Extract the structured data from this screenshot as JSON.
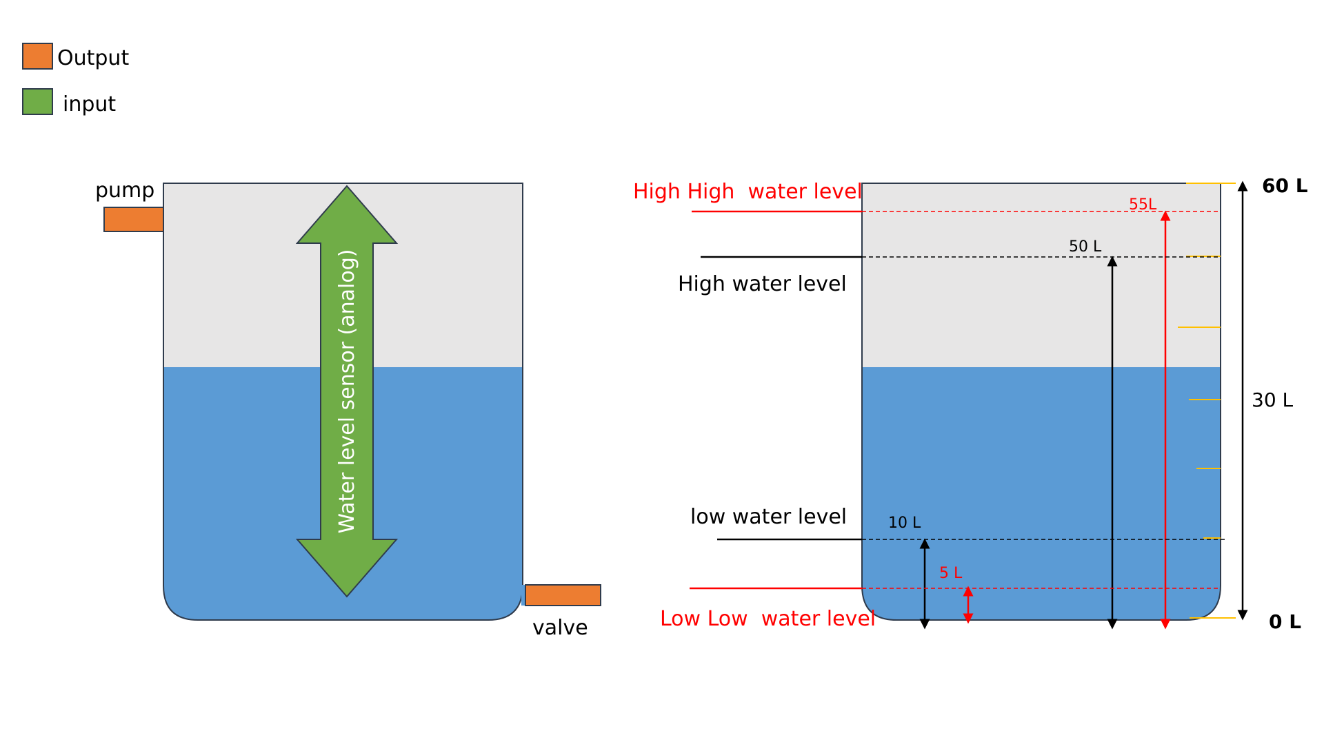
{
  "legend": {
    "output_label": "Output",
    "input_label": "input"
  },
  "colors": {
    "output": "#ED7D31",
    "input": "#70AD47",
    "water": "#5B9BD5",
    "air": "#E7E6E6",
    "alarm": "#FF0000",
    "tick": "#FFC000"
  },
  "left_tank": {
    "pump_label": "pump",
    "valve_label": "valve",
    "sensor_label": "Water level sensor (analog)"
  },
  "right_tank": {
    "high_high_label": "High High  water level",
    "high_label": "High water level",
    "low_label": "low water level",
    "low_low_label": "Low Low  water level",
    "marker_55": "55L",
    "marker_50": "50 L",
    "marker_10": "10 L",
    "marker_5": "5 L",
    "scale_top": "60 L",
    "scale_mid": "30 L",
    "scale_bottom": "0 L"
  }
}
